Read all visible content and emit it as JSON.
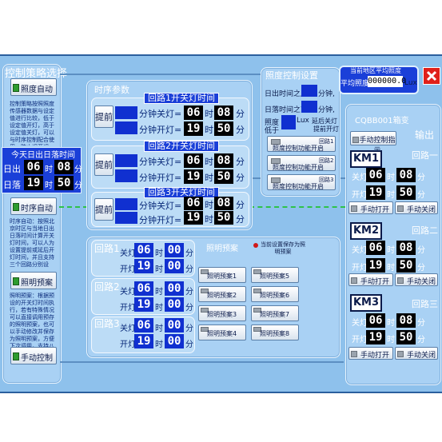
{
  "strategy": {
    "title": "控制策略选择",
    "illum_auto_label": "照度自动",
    "illum_auto_desc": "控制策略按照照度传感器数据与设定值进行比较，低于设定值开灯，高于设定值关灯，可以与时序控制配合使用，防止误开误关。",
    "today_title": "今天日出日落时间",
    "sunrise_label": "日出",
    "sunset_label": "日落",
    "sunrise_h": "06",
    "sunrise_m": "08",
    "sunset_h": "19",
    "sunset_m": "50",
    "hour_unit": "时",
    "min_unit": "分",
    "time_auto_label": "时序自动",
    "time_auto_desc": "时序自动：按照北京时区与当地日出日落时间计算开关灯时间，可以人为设置提前或延后开灯时间，并且支持三个回路分别设定。",
    "lighting_plan_label": "照明预案",
    "lighting_plan_desc": "照明预案：根据预设的开关灯时间执行，若有特殊情况可以直接调用预存的照明预案，也可以手动修改并保存为照明预案，方便下次调用，支持八组预案。",
    "manual_label": "手动控制"
  },
  "timing": {
    "title": "时序参数",
    "loops": [
      {
        "header": "回路1开关灯时间",
        "advance": "提前",
        "off_label": "分钟关灯=",
        "on_label": "分钟开灯=",
        "off_h": "06",
        "off_m": "08",
        "on_h": "19",
        "on_m": "50"
      },
      {
        "header": "回路2开关灯时间",
        "advance": "提前",
        "off_label": "分钟关灯=",
        "on_label": "分钟开灯=",
        "off_h": "06",
        "off_m": "08",
        "on_h": "19",
        "on_m": "50"
      },
      {
        "header": "回路3开关灯时间",
        "advance": "提前",
        "off_label": "分钟关灯=",
        "on_label": "分钟开灯=",
        "off_h": "06",
        "off_m": "08",
        "on_h": "19",
        "on_m": "50"
      }
    ],
    "hour_unit": "时",
    "min_unit": "分"
  },
  "illum": {
    "title": "照度控制设置",
    "line1": "日出时间之后",
    "line1_unit": "分钟,",
    "line2": "日落时间之前",
    "line2_unit": "分钟,",
    "line3": "照度",
    "line3_unit": "Lux",
    "line3_suffix": "延后关灯",
    "line4": "低于",
    "line4_suffix": "提前开灯",
    "loops": [
      {
        "text": "照度控制功能开启",
        "loop": "回路1"
      },
      {
        "text": "照度控制功能开启",
        "loop": "回路2"
      },
      {
        "text": "照度控制功能开启",
        "loop": "回路3"
      }
    ]
  },
  "avg": {
    "title": "当前地区平均照度",
    "label": "平均照度",
    "value": "000000.0",
    "unit": "Lux"
  },
  "output": {
    "box_name": "CQBB001箱变",
    "manual_btn": "手动控制指示",
    "title": "输出",
    "loops": [
      {
        "name": "回路一",
        "km": "KM1",
        "off_label": "关灯",
        "on_label": "开灯",
        "off_h": "06",
        "off_m": "08",
        "on_h": "19",
        "on_m": "50",
        "open_btn": "手动打开",
        "close_btn": "手动关闭"
      },
      {
        "name": "回路二",
        "km": "KM2",
        "off_label": "关灯",
        "on_label": "开灯",
        "off_h": "06",
        "off_m": "08",
        "on_h": "19",
        "on_m": "50",
        "open_btn": "手动打开",
        "close_btn": "手动关闭"
      },
      {
        "name": "回路三",
        "km": "KM3",
        "off_label": "关灯",
        "on_label": "开灯",
        "off_h": "06",
        "off_m": "08",
        "on_h": "19",
        "on_m": "50",
        "open_btn": "手动打开",
        "close_btn": "手动关闭"
      }
    ],
    "hour_unit": "时",
    "min_unit": "分"
  },
  "plan": {
    "loops": [
      {
        "name": "回路1",
        "off_label": "关灯",
        "on_label": "开灯",
        "off_h": "06",
        "off_m": "00",
        "on_h": "19",
        "on_m": "00"
      },
      {
        "name": "回路2",
        "off_label": "关灯",
        "on_label": "开灯",
        "off_h": "06",
        "off_m": "00",
        "on_h": "19",
        "on_m": "00"
      },
      {
        "name": "回路3",
        "off_label": "关灯",
        "on_label": "开灯",
        "off_h": "06",
        "off_m": "00",
        "on_h": "19",
        "on_m": "00"
      }
    ],
    "hour_unit": "时",
    "min_unit": "分",
    "title": "照明预案",
    "save_label": "当前设置保存为照明预案",
    "buttons": [
      "照明预案1",
      "照明预案2",
      "照明预案3",
      "照明预案4",
      "照明预案5",
      "照明预案6",
      "照明预案7",
      "照明预案8"
    ]
  },
  "colors": {
    "background": "#8ec1ec",
    "panel": "#a9d1f4",
    "number_bg": "#000000",
    "input_blue": "#1030d0",
    "close_red": "#e0201a"
  }
}
